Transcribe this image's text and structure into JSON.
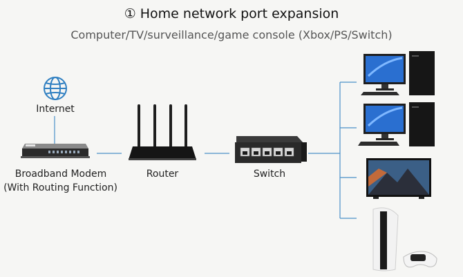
{
  "header": {
    "title": "① Home network port expansion",
    "subtitle": "Computer/TV/surveillance/game console (Xbox/PS/Switch)"
  },
  "nodes": {
    "internet": {
      "label": "Internet",
      "icon": "globe-icon"
    },
    "modem": {
      "label_line1": "Broadband Modem",
      "label_line2": "(With Routing Function)",
      "icon": "modem-icon"
    },
    "router": {
      "label": "Router",
      "icon": "router-icon"
    },
    "switch": {
      "label": "Switch",
      "icon": "switch-icon"
    },
    "devices": [
      {
        "name": "desktop-computer-1",
        "icon": "desktop-pc-icon"
      },
      {
        "name": "desktop-computer-2",
        "icon": "desktop-pc-icon"
      },
      {
        "name": "television",
        "icon": "tv-icon"
      },
      {
        "name": "game-console",
        "icon": "game-console-icon"
      }
    ]
  },
  "colors": {
    "line": "#4a90c8",
    "globe": "#2f7fc1",
    "device_dark": "#1e1e1e",
    "screen": "#2a6fd0"
  }
}
